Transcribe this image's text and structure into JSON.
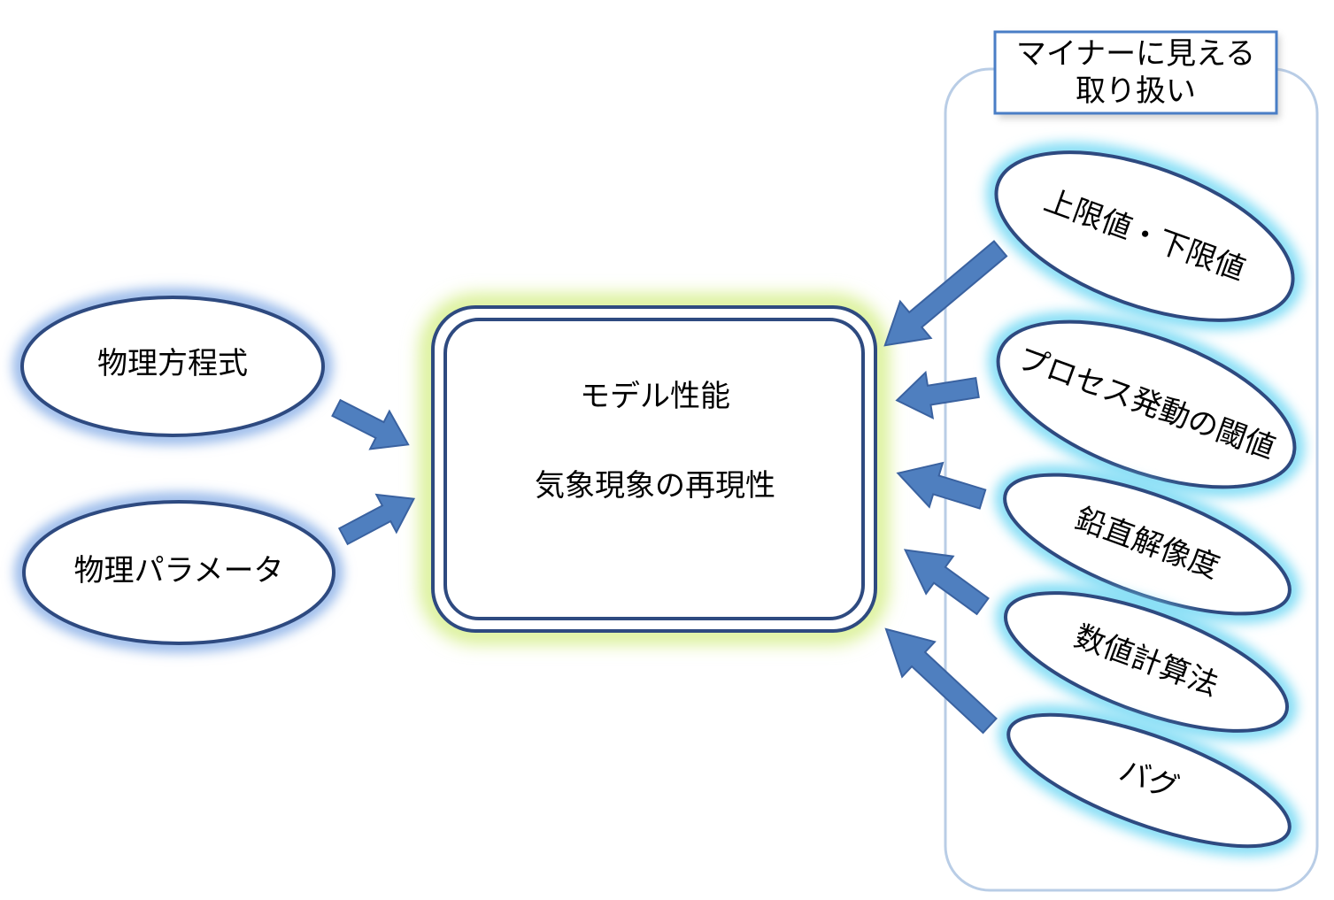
{
  "center": {
    "line1": "モデル性能",
    "line2": "気象現象の再現性"
  },
  "left": {
    "items": [
      {
        "label": "物理方程式"
      },
      {
        "label": "物理パラメータ"
      }
    ]
  },
  "right": {
    "header": {
      "line1": "マイナーに見える",
      "line2": "取り扱い"
    },
    "items": [
      {
        "label": "上限値・下限値"
      },
      {
        "label": "プロセス発動の閾値"
      },
      {
        "label": "鉛直解像度"
      },
      {
        "label": "数値計算法"
      },
      {
        "label": "バグ"
      }
    ]
  },
  "colors": {
    "arrow_fill": "#4f7fbf",
    "arrow_stroke": "#3a62a0",
    "ellipse_stroke": "#2e4a80",
    "left_glow": "#8fb3e8",
    "right_glow": "#7fdcf5",
    "center_glow": "#d6ef8a",
    "center_stroke": "#2e4a80",
    "group_stroke": "#b9cde6",
    "header_stroke": "#4a7ec6"
  }
}
